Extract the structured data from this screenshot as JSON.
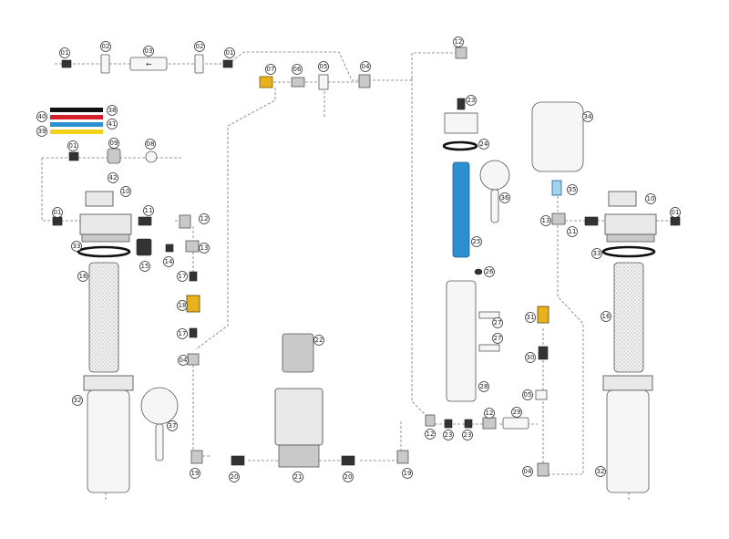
{
  "colors": {
    "blue_membrane": "#2b8fd0",
    "tube_black": "#111111",
    "tube_red": "#d3202a",
    "tube_blue": "#2b8fd0",
    "tube_yellow": "#f2d21b",
    "fitting_yellow": "#e8b21e"
  },
  "tube_legend": [
    {
      "label": "38",
      "color": "#111111"
    },
    {
      "label": "40",
      "color": "#d3202a"
    },
    {
      "label": "41",
      "color": "#2b8fd0"
    },
    {
      "label": "39",
      "color": "#f2d21b"
    }
  ],
  "callouts": [
    {
      "id": "c1",
      "label": "01"
    },
    {
      "id": "c2",
      "label": "02"
    },
    {
      "id": "c3",
      "label": "03"
    },
    {
      "id": "c4",
      "label": "02"
    },
    {
      "id": "c5",
      "label": "01"
    },
    {
      "id": "c6",
      "label": "07"
    },
    {
      "id": "c7",
      "label": "06"
    },
    {
      "id": "c8",
      "label": "05"
    },
    {
      "id": "c9",
      "label": "04"
    },
    {
      "id": "c10",
      "label": "12"
    },
    {
      "id": "c11",
      "label": "23"
    },
    {
      "id": "c12",
      "label": "24"
    },
    {
      "id": "c13",
      "label": "25"
    },
    {
      "id": "c14",
      "label": "36"
    },
    {
      "id": "c15",
      "label": "26"
    },
    {
      "id": "c16",
      "label": "27"
    },
    {
      "id": "c17",
      "label": "27"
    },
    {
      "id": "c18",
      "label": "28"
    },
    {
      "id": "c19",
      "label": "31"
    },
    {
      "id": "c20",
      "label": "30"
    },
    {
      "id": "c21",
      "label": "05"
    },
    {
      "id": "c22",
      "label": "12"
    },
    {
      "id": "c23",
      "label": "23"
    },
    {
      "id": "c24",
      "label": "23"
    },
    {
      "id": "c25",
      "label": "12"
    },
    {
      "id": "c26",
      "label": "29"
    },
    {
      "id": "c27",
      "label": "04"
    },
    {
      "id": "c28",
      "label": "34"
    },
    {
      "id": "c29",
      "label": "35"
    },
    {
      "id": "c30",
      "label": "13"
    },
    {
      "id": "c31",
      "label": "11"
    },
    {
      "id": "c32",
      "label": "10"
    },
    {
      "id": "c33",
      "label": "01"
    },
    {
      "id": "c34",
      "label": "33"
    },
    {
      "id": "c35",
      "label": "16"
    },
    {
      "id": "c36",
      "label": "32"
    },
    {
      "id": "c37",
      "label": "01"
    },
    {
      "id": "c38",
      "label": "09"
    },
    {
      "id": "c39",
      "label": "08"
    },
    {
      "id": "c40",
      "label": "42"
    },
    {
      "id": "c41",
      "label": "10"
    },
    {
      "id": "c42",
      "label": "01"
    },
    {
      "id": "c43",
      "label": "11"
    },
    {
      "id": "c44",
      "label": "12"
    },
    {
      "id": "c45",
      "label": "33"
    },
    {
      "id": "c46",
      "label": "16"
    },
    {
      "id": "c47",
      "label": "32"
    },
    {
      "id": "c48",
      "label": "15"
    },
    {
      "id": "c49",
      "label": "14"
    },
    {
      "id": "c50",
      "label": "13"
    },
    {
      "id": "c51",
      "label": "17"
    },
    {
      "id": "c52",
      "label": "18"
    },
    {
      "id": "c53",
      "label": "17"
    },
    {
      "id": "c54",
      "label": "04"
    },
    {
      "id": "c55",
      "label": "37"
    },
    {
      "id": "c56",
      "label": "19"
    },
    {
      "id": "c57",
      "label": "20"
    },
    {
      "id": "c58",
      "label": "22"
    },
    {
      "id": "c59",
      "label": "21"
    },
    {
      "id": "c60",
      "label": "20"
    },
    {
      "id": "c61",
      "label": "19"
    }
  ]
}
